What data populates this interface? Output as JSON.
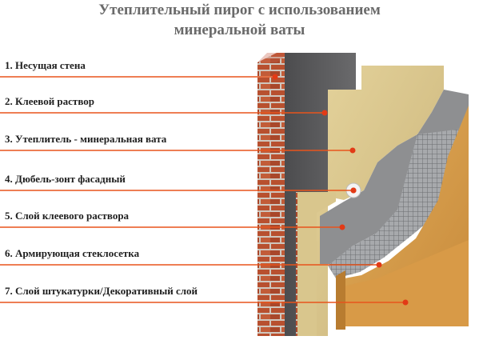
{
  "title": {
    "line1": "Утеплительный пирог с использованием",
    "line2": "минеральной ваты"
  },
  "layers": [
    {
      "number": "1.",
      "label": "Несущая стена"
    },
    {
      "number": "2.",
      "label": "Клеевой раствор"
    },
    {
      "number": "3.",
      "label": "Утеплитель - минеральная вата"
    },
    {
      "number": "4.",
      "label": "Дюбель-зонт фасадный"
    },
    {
      "number": "5.",
      "label": "Слой клеевого раствора"
    },
    {
      "number": "6.",
      "label": "Армирующая стеклосетка"
    },
    {
      "number": "7.",
      "label": "Слой штукатурки/Декоративный слой"
    }
  ],
  "colors": {
    "leader": "#e8541c",
    "marker": "#e23a16",
    "brick": "#b8502f",
    "mortar": "#cfc6bd",
    "adhesive": "#5b5b5d",
    "wool": "#d8c489",
    "glue": "#8e8f91",
    "mesh": "#6b6d70",
    "plaster": "#d69e4b"
  }
}
